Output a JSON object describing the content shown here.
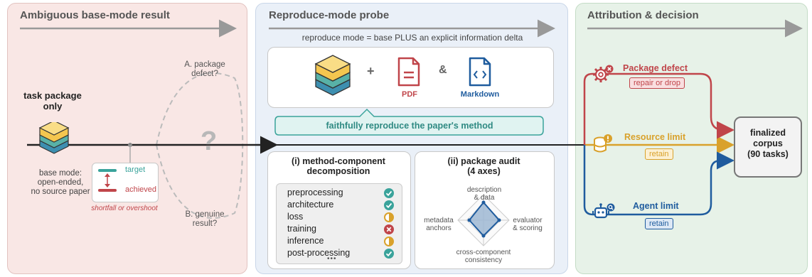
{
  "panels": {
    "left": {
      "title": "Ambiguous base-mode result"
    },
    "middle": {
      "title": "Reproduce-mode probe"
    },
    "right": {
      "title": "Attribution & decision"
    }
  },
  "left": {
    "task_package": "task package\nonly",
    "base_mode": "base mode:\nopen-ended,\nno source paper",
    "target": "target",
    "achieved": "achieved",
    "shortfall": "shortfall or overshoot",
    "question_a": "A. package\ndefect?",
    "question_b": "B. genuine\nresult?",
    "question_mark": "?"
  },
  "middle": {
    "subtitle": "reproduce mode = base PLUS an explicit information delta",
    "plus": "+",
    "amp": "&",
    "pdf_label": "PDF",
    "md_label": "Markdown",
    "callout": "faithfully reproduce the paper's method",
    "decomp_title": "(i) method-component\ndecomposition",
    "audit_title": "(ii) package audit\n(4 axes)",
    "methods": [
      {
        "name": "preprocessing",
        "status": "check"
      },
      {
        "name": "architecture",
        "status": "check"
      },
      {
        "name": "loss",
        "status": "half"
      },
      {
        "name": "training",
        "status": "cross"
      },
      {
        "name": "inference",
        "status": "half"
      },
      {
        "name": "post-processing",
        "status": "check"
      }
    ],
    "ellipsis": "•••",
    "axes": {
      "top": "description\n& data",
      "right": "evaluator\n& scoring",
      "bottom": "cross-component\nconsistency",
      "left": "metadata\nanchors"
    }
  },
  "right": {
    "package_defect": "Package defect",
    "package_action": "repair or drop",
    "resource_limit": "Resource limit",
    "resource_action": "retain",
    "agent_limit": "Agent limit",
    "agent_action": "retain",
    "final": "finalized\ncorpus\n(90 tasks)"
  },
  "colors": {
    "red": "#c0454a",
    "gold": "#d9a12b",
    "blue": "#1f5c9e",
    "teal": "#3aa39b"
  }
}
